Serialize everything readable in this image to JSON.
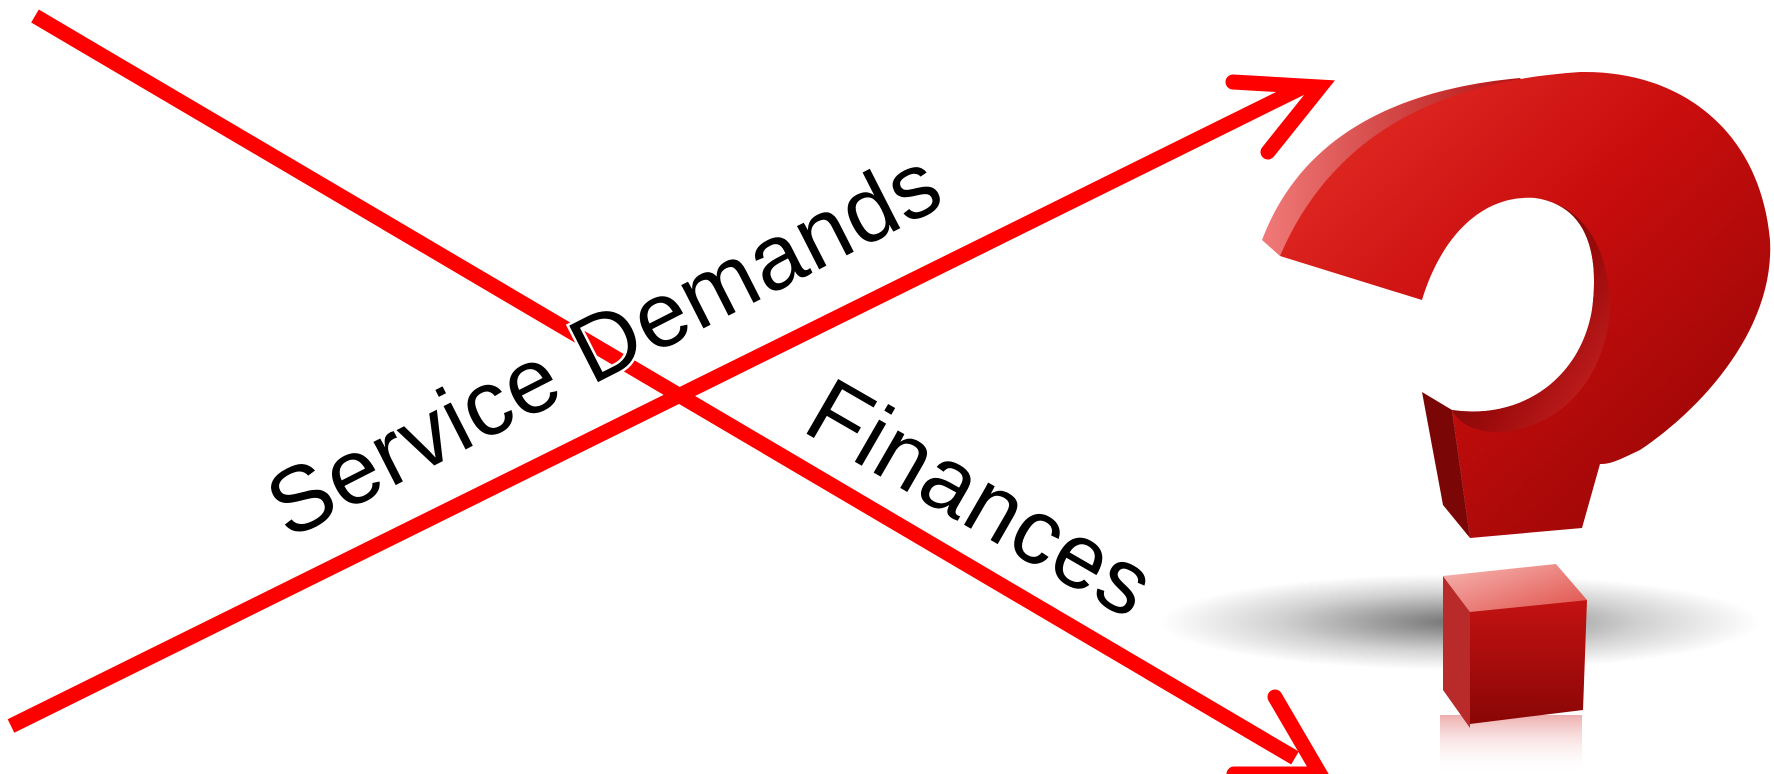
{
  "diagram": {
    "rising_label": "Service Demands",
    "falling_label": "Finances",
    "arrow_color": "#ff0000",
    "question_mark_color": "#c40f0f",
    "icons": {
      "rising_arrow": "up-right-arrow",
      "falling_arrow": "down-right-arrow",
      "question_mark": "question-mark-3d"
    }
  }
}
